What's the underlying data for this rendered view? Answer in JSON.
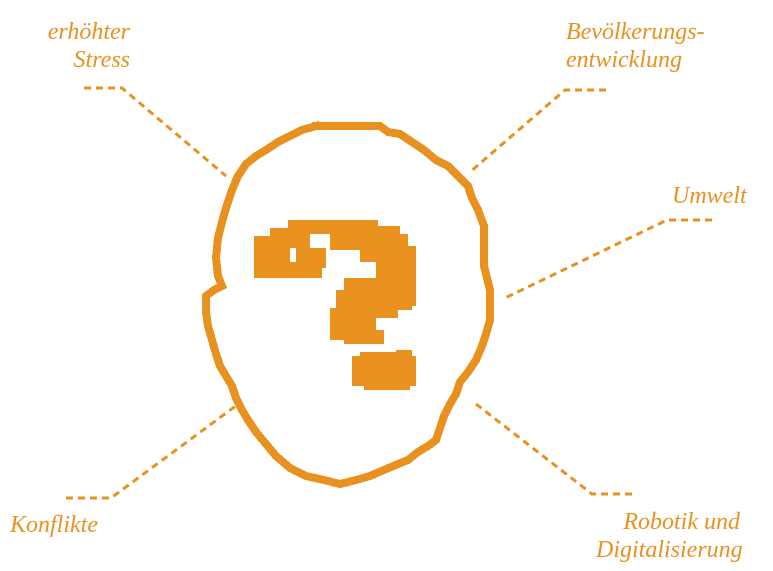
{
  "colors": {
    "accent": "#e9911f",
    "background": "#ffffff"
  },
  "figure": {
    "icon": "pixel-head-question-mark-icon"
  },
  "labels": {
    "stress": {
      "line1": "erhöhter",
      "line2": "Stress"
    },
    "bevoelkerung": {
      "line1": "Bevölkerungs-",
      "line2": "entwicklung"
    },
    "umwelt": {
      "line1": "Umwelt"
    },
    "konflikte": {
      "line1": "Konflikte"
    },
    "robotik": {
      "line1": "Robotik und",
      "line2": "Digitalisierung"
    }
  }
}
